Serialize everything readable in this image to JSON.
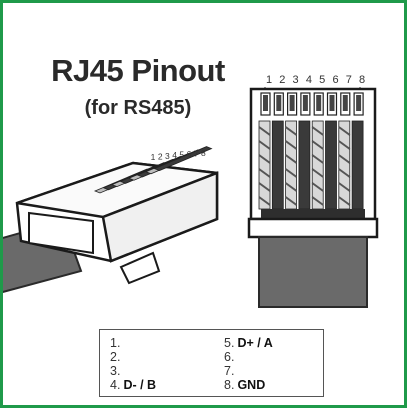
{
  "title": "RJ45 Pinout",
  "subtitle": "(for RS485)",
  "pin_numbers": [
    "1",
    "2",
    "3",
    "4",
    "5",
    "6",
    "7",
    "8"
  ],
  "plug_pin_numbers": [
    "1",
    "2",
    "3",
    "4",
    "5",
    "6",
    "7",
    "8"
  ],
  "legend": [
    {
      "num": "1.",
      "label": ""
    },
    {
      "num": "2.",
      "label": ""
    },
    {
      "num": "3.",
      "label": ""
    },
    {
      "num": "4.",
      "label": "D- / B"
    },
    {
      "num": "5.",
      "label": "D+ / A"
    },
    {
      "num": "6.",
      "label": ""
    },
    {
      "num": "7.",
      "label": ""
    },
    {
      "num": "8.",
      "label": "GND"
    }
  ],
  "colors": {
    "border": "#1f9a4a",
    "cable": "#6a6a6a",
    "wire_dark": "#3a3a3a",
    "wire_light": "#d8d8d8"
  }
}
